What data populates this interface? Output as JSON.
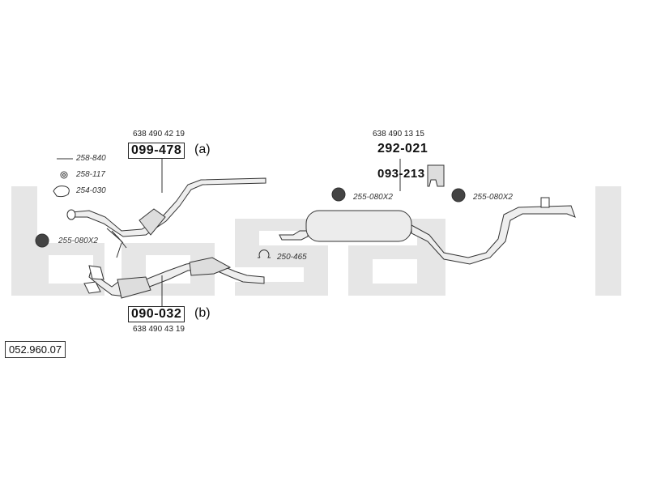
{
  "catalog_number": "052.960.07",
  "brand_watermark": "bosal",
  "front_pipe_a": {
    "ref": "638 490 42 19",
    "part": "099-478",
    "suffix": "(a)"
  },
  "front_pipe_b": {
    "ref": "638 490 43 19",
    "part": "090-032",
    "suffix": "(b)"
  },
  "rear_section": {
    "ref": "638 490 13 15",
    "part": "292-021",
    "mount_part": "093-213"
  },
  "accessories": [
    {
      "icon": "bolt-icon",
      "code": "258-840"
    },
    {
      "icon": "ring-gasket-icon",
      "code": "258-117"
    },
    {
      "icon": "flange-gasket-icon",
      "code": "254-030"
    }
  ],
  "clamps": {
    "left": "255-080X2",
    "middle": "255-080X2",
    "right": "255-080X2",
    "rubber_mount": "250-465"
  },
  "colors": {
    "line": "#333333",
    "fill": "#eeeeee",
    "watermark": "#e6e6e6"
  }
}
